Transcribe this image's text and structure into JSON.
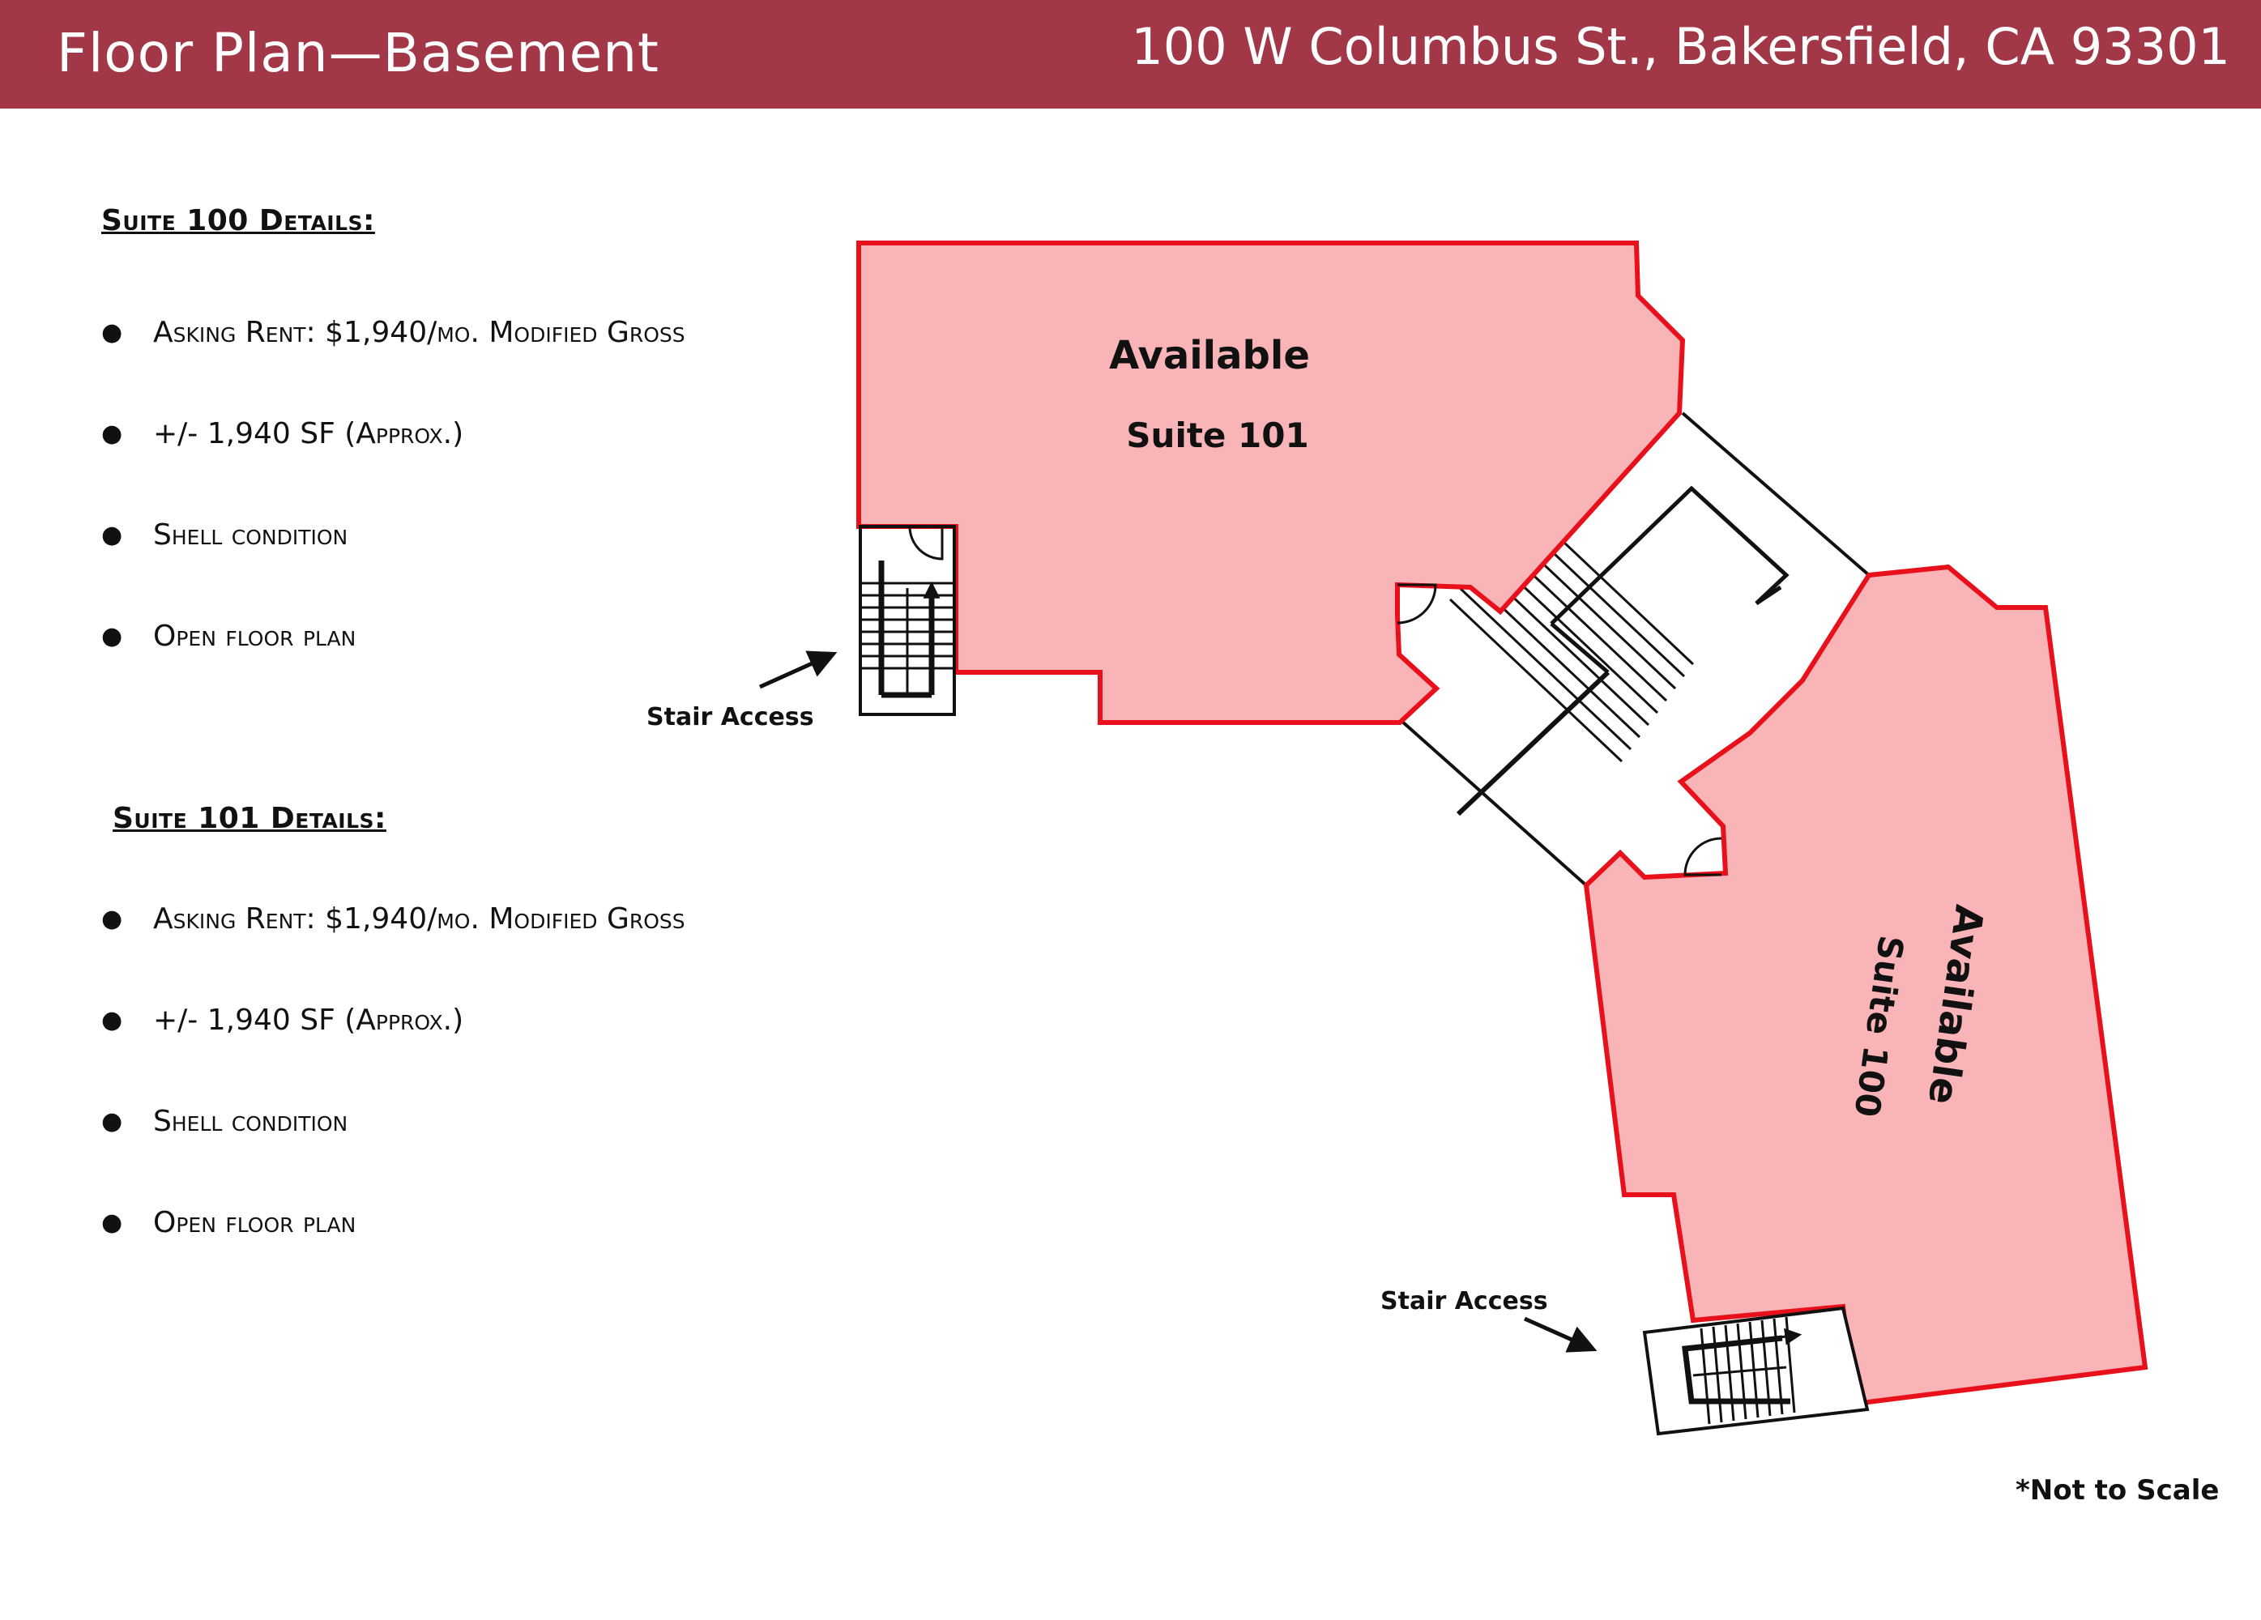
{
  "header": {
    "title": "Floor Plan—Basement",
    "address": "100 W Columbus St., Bakersfield, CA 93301"
  },
  "suite_100_details": {
    "heading": "Suite 100 Details:",
    "items": [
      "Asking Rent: $1,940/mo. Modified Gross",
      "+/- 1,940 SF (Approx.)",
      "Shell condition",
      "Open floor plan"
    ]
  },
  "suite_101_details": {
    "heading": "Suite 101 Details:",
    "items": [
      "Asking Rent: $1,940/mo. Modified Gross",
      "+/- 1,940 SF (Approx.)",
      "Shell condition",
      "Open floor plan"
    ]
  },
  "floor_plan": {
    "suite_top": {
      "status": "Available",
      "name": "Suite 101"
    },
    "suite_bottom": {
      "status": "Available",
      "name": "Suite 100"
    },
    "stair_label": "Stair Access",
    "note": "*Not to Scale"
  },
  "colors": {
    "header_bg": "#a23748",
    "suite_fill": "#f8b4b7",
    "suite_outline": "#e8111b"
  }
}
